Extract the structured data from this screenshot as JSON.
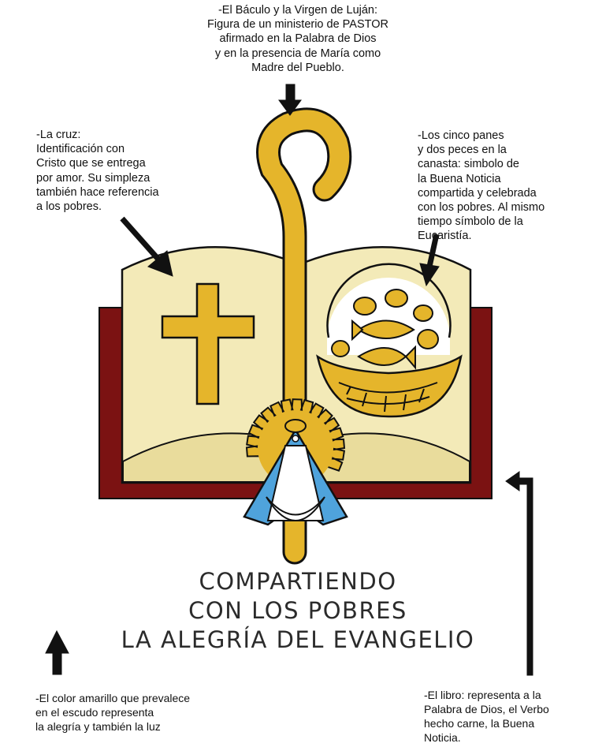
{
  "annotations": {
    "baculo": "-El Báculo y la Virgen de Luján:\nFigura de un ministerio de PASTOR\nafirmado en la Palabra de Dios\ny en la presencia de María como\nMadre del Pueblo.",
    "cruz": "-La cruz:\nIdentificación con\nCristo que se entrega\npor amor. Su simpleza\ntambién hace referencia\na los pobres.",
    "panes": "-Los cinco panes\ny dos peces en la\ncanasta: simbolo de\nla Buena Noticia\ncompartida y celebrada\ncon los pobres. Al mismo\ntiempo símbolo de la\nEucaristía.",
    "amarillo": "-El color amarillo que prevalece\nen el escudo representa\nla alegría y también la luz",
    "libro": "-El libro: representa a la\nPalabra de Dios, el Verbo\nhecho carne, la Buena\nNoticia."
  },
  "motto": {
    "line1": "COMPARTIENDO",
    "line2": "CON LOS POBRES",
    "line3": "LA ALEGRÍA DEL EVANGELIO"
  },
  "colors": {
    "yellow": "#e5b52b",
    "page": "#f3eab8",
    "page_shade": "#e9dc9c",
    "cover": "#7b1212",
    "mantle": "#4fa3dc",
    "outline": "#111111"
  }
}
